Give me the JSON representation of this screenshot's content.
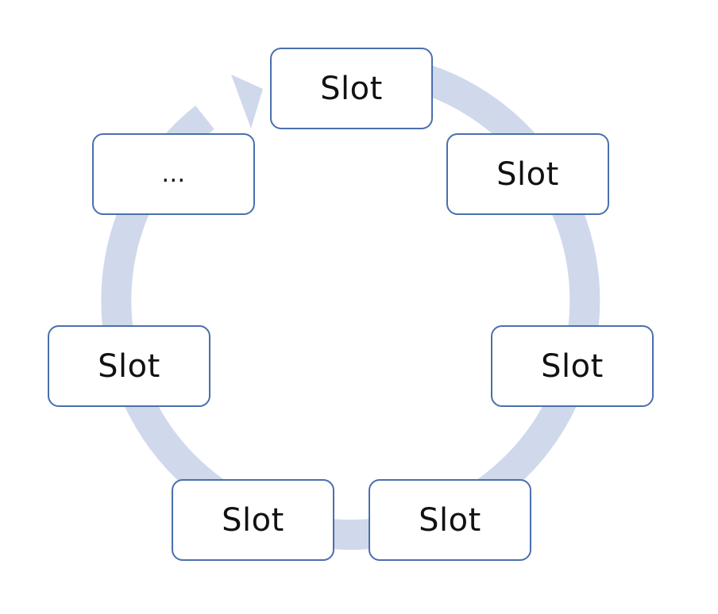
{
  "diagram": {
    "ring_color": "#d0d8ec",
    "box_border_color": "#4a6fae",
    "boxes": [
      {
        "label": "Slot"
      },
      {
        "label": "Slot"
      },
      {
        "label": "Slot"
      },
      {
        "label": "Slot"
      },
      {
        "label": "Slot"
      },
      {
        "label": "Slot"
      },
      {
        "label": "…"
      }
    ]
  }
}
